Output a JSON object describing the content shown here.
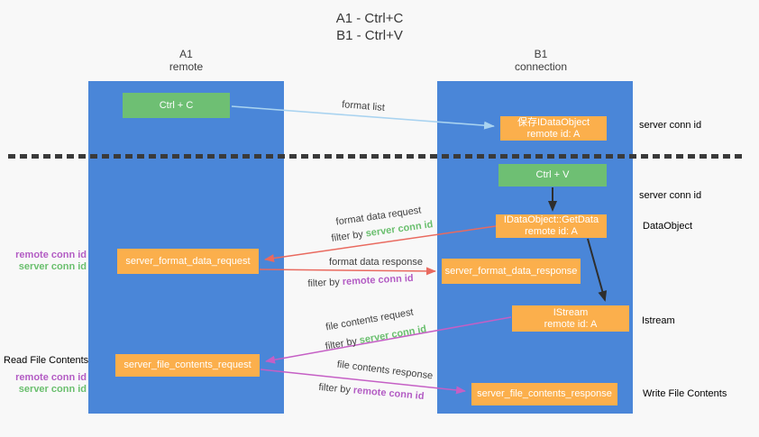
{
  "title": {
    "line1": "A1 - Ctrl+C",
    "line2": "B1 - Ctrl+V"
  },
  "columns": {
    "left": {
      "name": "A1",
      "role": "remote"
    },
    "right": {
      "name": "B1",
      "role": "connection"
    }
  },
  "nodes": {
    "ctrl_c": {
      "label": "Ctrl + C"
    },
    "ctrl_v": {
      "label": "Ctrl + V"
    },
    "save_idataobject": {
      "title": "保存IDataObject",
      "subtitle": "remote id: A"
    },
    "idataobject_getdata": {
      "title": "IDataObject::GetData",
      "subtitle": "remote id: A"
    },
    "istream": {
      "title": "IStream",
      "subtitle": "remote id: A"
    },
    "server_format_data_request": {
      "label": "server_format_data_request"
    },
    "server_format_data_response": {
      "label": "server_format_data_response"
    },
    "server_file_contents_request": {
      "label": "server_file_contents_request"
    },
    "server_file_contents_response": {
      "label": "server_file_contents_response"
    }
  },
  "edges": {
    "format_list": {
      "label": "format list"
    },
    "format_data_request": {
      "label": "format data request",
      "filter_prefix": "filter by",
      "filter_key": "server conn id"
    },
    "format_data_response": {
      "label": "format data response",
      "filter_prefix": "filter by",
      "filter_key": "remote conn id"
    },
    "file_contents_request": {
      "label": "file contents request",
      "filter_prefix": "filter by",
      "filter_key": "server conn id"
    },
    "file_contents_response": {
      "label": "file contents response",
      "filter_prefix": "filter by",
      "filter_key": "remote conn id"
    }
  },
  "annotations": {
    "left": {
      "format_remote_conn": "remote conn id",
      "format_server_conn": "server conn id",
      "read_file_contents": "Read File Contents",
      "file_remote_conn": "remote conn id",
      "file_server_conn": "server conn id"
    },
    "right": {
      "server_conn_top": "server conn id",
      "server_conn_mid": "server conn id",
      "dataobject": "DataObject",
      "istream": "Istream",
      "write_file_contents": "Write File Contents"
    }
  },
  "colors": {
    "lifeline_blue": "#4a86d8",
    "node_orange": "#fbaf4c",
    "node_green": "#6ebf73",
    "arrow_red": "#e96a5f",
    "arrow_magenta": "#c55fc5",
    "arrow_light_blue": "#a9d3f0",
    "arrow_black": "#2e2e2e",
    "conn_id_green": "#6abf6e",
    "conn_id_purple": "#b35cc4",
    "divider_black": "#3a3a3a",
    "background": "#f8f8f8"
  }
}
